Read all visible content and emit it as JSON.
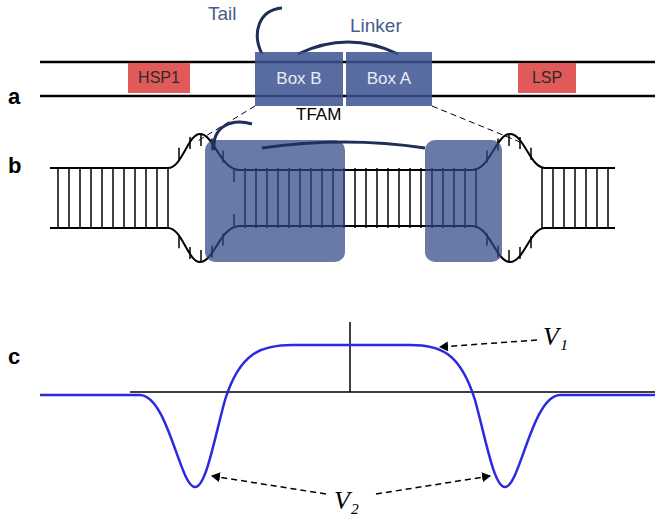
{
  "diagram": {
    "nodes": [
      {
        "text": [
          "HSP1"
        ]
      },
      {
        "text": [
          "Box B"
        ]
      },
      {
        "text": [
          "Box A"
        ]
      },
      {
        "text": [
          "LSP"
        ]
      }
    ],
    "labels": [
      "Tail",
      "Linker",
      "a",
      "TFAM",
      "b",
      "c",
      "V₁",
      "V₂"
    ]
  }
}
